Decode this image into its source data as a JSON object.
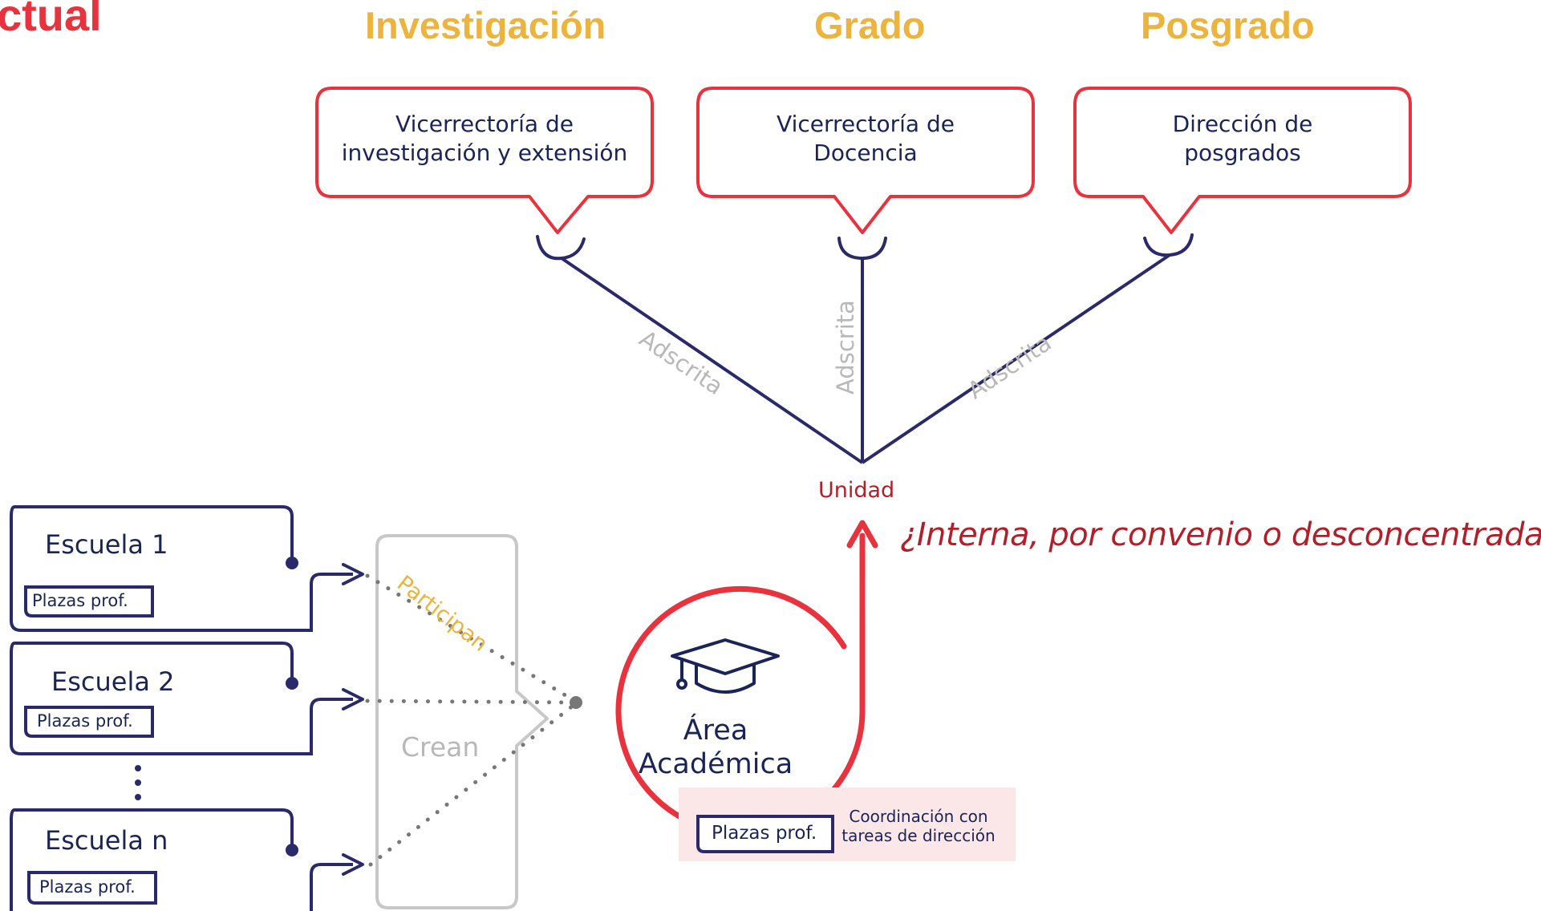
{
  "header": {
    "title_fragment": "ctual",
    "columns": [
      "Investigación",
      "Grado",
      "Posgrado"
    ]
  },
  "offices": [
    {
      "line1": "Vicerrectoría de",
      "line2": "investigación y extensión"
    },
    {
      "line1": "Vicerrectoría de",
      "line2": "Docencia"
    },
    {
      "line1": "Dirección de",
      "line2": "posgrados"
    }
  ],
  "connectors": {
    "relation_label": "Adscrita",
    "participate_label": "Participan",
    "create_label": "Crean"
  },
  "unit": {
    "label": "Unidad",
    "question": "¿Interna, por convenio o desconcentrada?"
  },
  "schools": [
    {
      "name": "Escuela 1",
      "slots": "Plazas prof."
    },
    {
      "name": "Escuela 2",
      "slots": "Plazas prof."
    },
    {
      "name": "Escuela n",
      "slots": "Plazas prof."
    }
  ],
  "area": {
    "line1": "Área",
    "line2": "Académica",
    "slots": "Plazas prof.",
    "coordination_line1": "Coordinación con",
    "coordination_line2": "tareas de dirección"
  },
  "colors": {
    "red": "#e8323e",
    "dark_red": "#b21f2a",
    "navy": "#2a2a6a",
    "gold": "#ecb43c",
    "gray": "#b8b8b8",
    "pink_bg": "#fbe6e8"
  },
  "icons": [
    "graduation-cap-icon",
    "arrow-up-icon",
    "arrow-right-icon"
  ]
}
